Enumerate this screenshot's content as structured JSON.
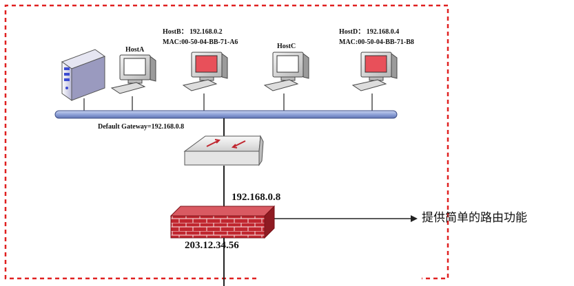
{
  "hosts": {
    "host_a": {
      "name": "HostA"
    },
    "host_b": {
      "name_ip": "HostB： 192.168.0.2",
      "mac": "MAC:00-50-04-BB-71-A6"
    },
    "host_c": {
      "name": "HostC"
    },
    "host_d": {
      "name_ip": "HostD： 192.168.0.4",
      "mac": "MAC:00-50-04-BB-71-B8"
    }
  },
  "gateway_label": "Default Gateway=192.168.0.8",
  "firewall": {
    "inner_ip": "192.168.0.8",
    "outer_ip": "203.12.34.56",
    "annotation": "提供简单的路由功能"
  },
  "colors": {
    "border": "#e02020",
    "bus": "#8fa2d8",
    "firewall": "#c0262f",
    "screen_red": "#e8505a"
  }
}
